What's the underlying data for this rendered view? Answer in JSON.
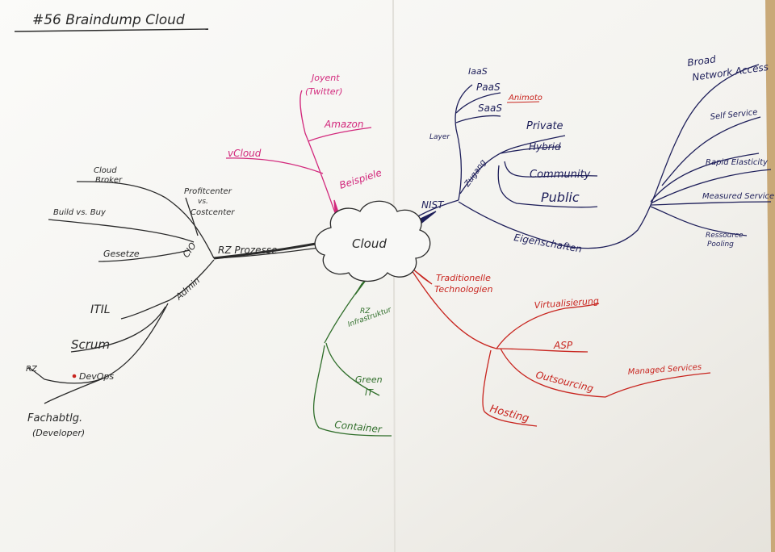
{
  "title": "#56  Braindump Cloud",
  "center": "Cloud",
  "colors": {
    "paper": "#f7f6f3",
    "ink_black": "#2a2a2a",
    "ink_navy": "#1e1f5a",
    "ink_magenta": "#d2287c",
    "ink_red": "#c8241e",
    "ink_green": "#2f6e2a",
    "background": "#c9a978"
  },
  "branches": {
    "beispiele": {
      "label": "Beispiele",
      "children": [
        "vCloud",
        "Amazon",
        "Joyent",
        "(Twitter)"
      ]
    },
    "nist": {
      "label": "NIST",
      "layer": {
        "label": "Layer",
        "children": [
          "IaaS",
          "PaaS",
          "SaaS"
        ],
        "saas_note": "Animoto"
      },
      "zugang": {
        "label": "Zugang",
        "children": [
          "Private",
          "Hybrid",
          "Community",
          "Public"
        ]
      },
      "eigenschaften": {
        "label": "Eigenschaften",
        "children": [
          "Broad",
          "Network Access",
          "Self Service",
          "Rapid Elasticity",
          "Measured Service",
          "Ressource",
          "Pooling"
        ]
      }
    },
    "rz_prozesse": {
      "label": "RZ Prozesse",
      "cio": {
        "label": "CIO",
        "children": [
          "Cloud",
          "Broker",
          "Build vs. Buy",
          "Gesetze"
        ],
        "profitcenter": [
          "Profitcenter",
          "vs.",
          "Costcenter"
        ]
      },
      "admin": {
        "label": "Admin",
        "children": [
          "ITIL",
          "Scrum",
          "DevOps"
        ],
        "devops_ends": [
          "RZ",
          "Fachabtlg.",
          "(Developer)"
        ]
      }
    },
    "rz_infra": {
      "label": [
        "RZ",
        "Infrastruktur"
      ],
      "children": [
        "Green",
        "IT",
        "Container"
      ]
    },
    "traditionelle": {
      "label": [
        "Traditionelle",
        "Technologien"
      ],
      "children": [
        "Virtualisierung",
        "ASP",
        "Outsourcing",
        "Hosting"
      ],
      "outsourcing_child": "Managed Services"
    }
  }
}
